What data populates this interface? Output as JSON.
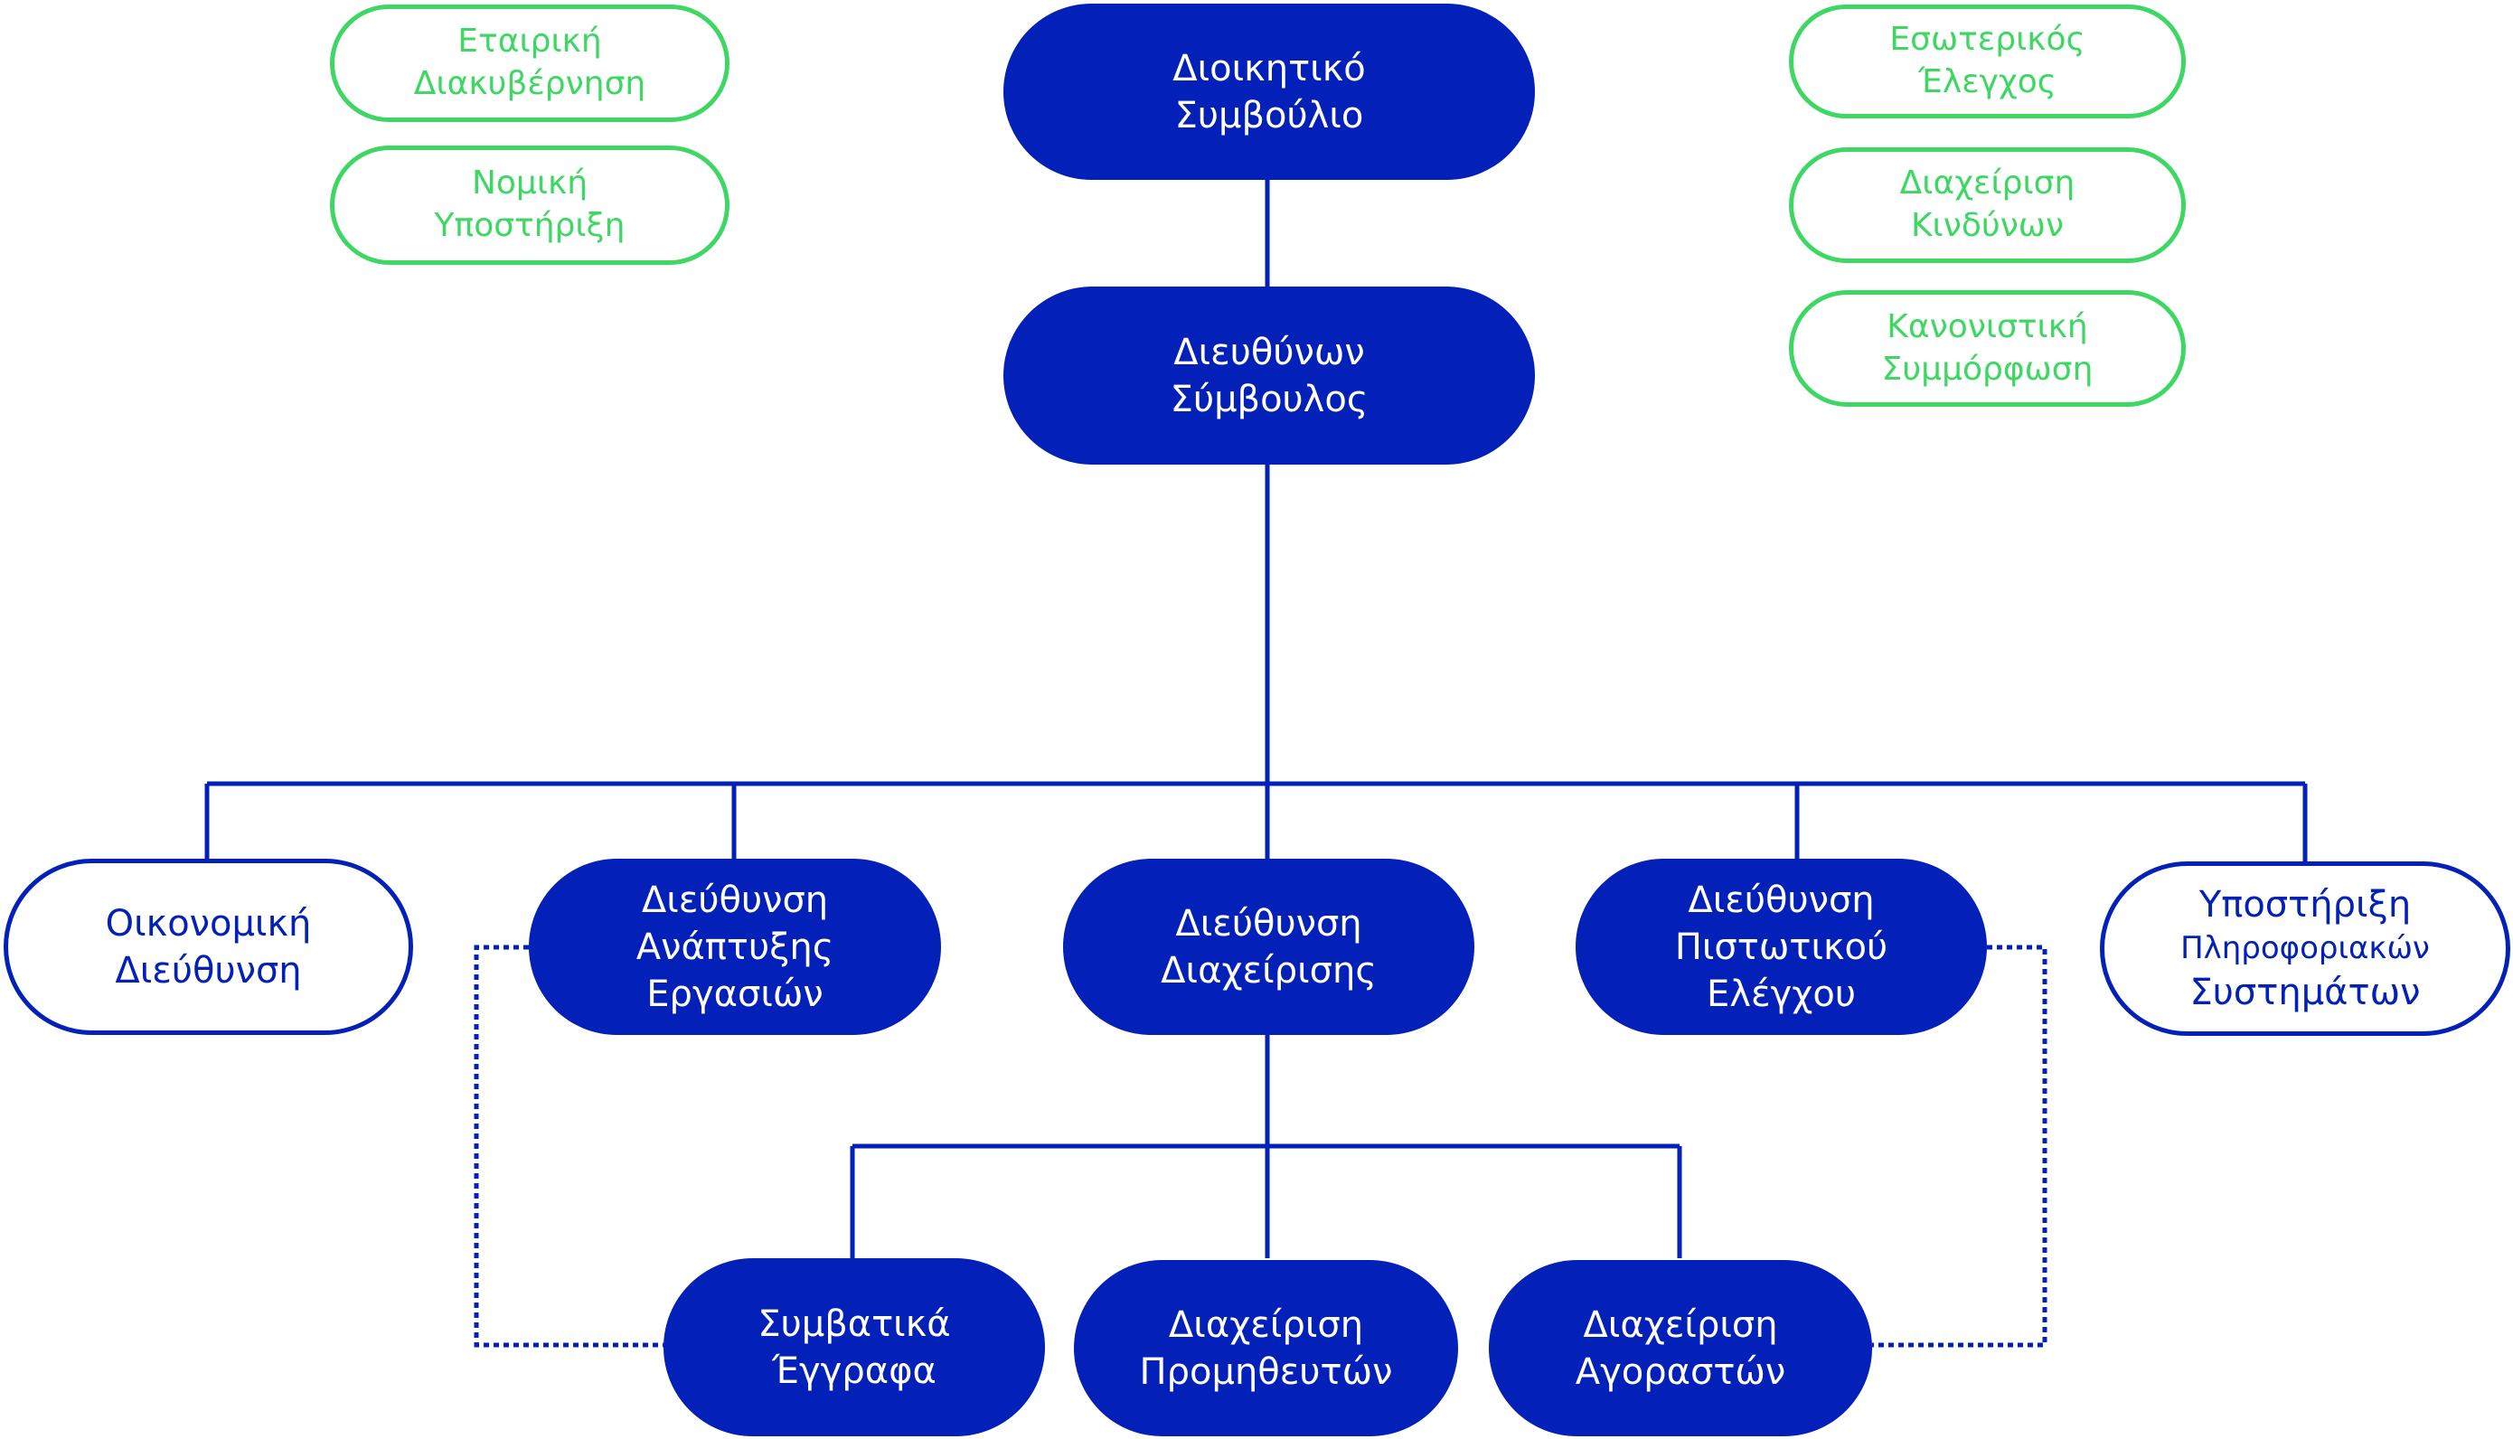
{
  "colors": {
    "primary": "#0320b8",
    "accent_green": "#3ed763",
    "background": "#ffffff"
  },
  "nodes": {
    "board": {
      "lines": [
        "Διοικητικό",
        "Συμβούλιο"
      ],
      "style": "filled"
    },
    "ceo": {
      "lines": [
        "Διευθύνων",
        "Σύμβουλος"
      ],
      "style": "filled"
    },
    "corporate_governance": {
      "lines": [
        "Εταιρική",
        "Διακυβέρνηση"
      ],
      "style": "green"
    },
    "legal_support": {
      "lines": [
        "Νομική",
        "Υποστήριξη"
      ],
      "style": "green"
    },
    "internal_audit": {
      "lines": [
        "Εσωτερικός",
        "Έλεγχος"
      ],
      "style": "green"
    },
    "risk_management": {
      "lines": [
        "Διαχείριση",
        "Κινδύνων"
      ],
      "style": "green"
    },
    "compliance": {
      "lines": [
        "Κανονιστική",
        "Συμμόρφωση"
      ],
      "style": "green"
    },
    "finance": {
      "lines": [
        "Οικονομική",
        "Διεύθυνση"
      ],
      "style": "outline"
    },
    "business_development": {
      "lines": [
        "Διεύθυνση",
        "Ανάπτυξης",
        "Εργασιών"
      ],
      "style": "filled"
    },
    "management": {
      "lines": [
        "Διεύθυνση",
        "Διαχείρισης"
      ],
      "style": "filled"
    },
    "credit_control": {
      "lines": [
        "Διεύθυνση",
        "Πιστωτικού",
        "Ελέγχου"
      ],
      "style": "filled"
    },
    "it_support": {
      "lines": [
        "Υποστήριξη",
        "Πληροφοριακών",
        "Συστημάτων"
      ],
      "style": "outline"
    },
    "contracts": {
      "lines": [
        "Συμβατικά",
        "Έγγραφα"
      ],
      "style": "filled"
    },
    "suppliers": {
      "lines": [
        "Διαχείριση",
        "Προμηθευτών"
      ],
      "style": "filled"
    },
    "buyers": {
      "lines": [
        "Διαχείριση",
        "Αγοραστών"
      ],
      "style": "filled"
    }
  },
  "edges": [
    {
      "from": "board",
      "to": "ceo",
      "type": "solid"
    },
    {
      "from": "ceo",
      "to": "finance",
      "type": "solid"
    },
    {
      "from": "ceo",
      "to": "business_development",
      "type": "solid"
    },
    {
      "from": "ceo",
      "to": "management",
      "type": "solid"
    },
    {
      "from": "ceo",
      "to": "credit_control",
      "type": "solid"
    },
    {
      "from": "ceo",
      "to": "it_support",
      "type": "solid"
    },
    {
      "from": "management",
      "to": "contracts",
      "type": "solid"
    },
    {
      "from": "management",
      "to": "suppliers",
      "type": "solid"
    },
    {
      "from": "management",
      "to": "buyers",
      "type": "solid"
    },
    {
      "from": "business_development",
      "to": "contracts",
      "type": "dotted"
    },
    {
      "from": "credit_control",
      "to": "buyers",
      "type": "dotted"
    }
  ]
}
